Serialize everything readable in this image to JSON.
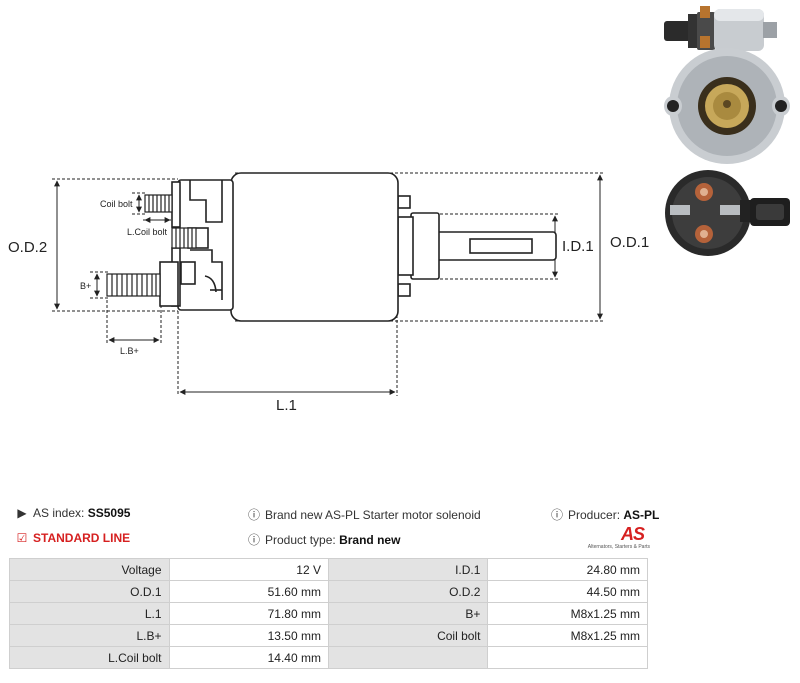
{
  "diagram": {
    "labels": {
      "od2": "O.D.2",
      "od1": "O.D.1",
      "id1": "I.D.1",
      "l1": "L.1",
      "coil_bolt": "Coil bolt",
      "l_coil_bolt": "L.Coil bolt",
      "b_plus": "B+",
      "l_b_plus": "L.B+"
    }
  },
  "info": {
    "as_index_label": "AS index:",
    "as_index_value": "SS5095",
    "line": "STANDARD LINE",
    "description": "Brand new AS-PL Starter motor solenoid",
    "product_type_label": "Product type:",
    "product_type_value": "Brand new",
    "producer_label": "Producer:",
    "producer_value": "AS-PL",
    "logo_text": "AS",
    "logo_subtext": "Alternators, Starters & Parts"
  },
  "specs": [
    [
      {
        "label": "Voltage",
        "value": "12 V"
      },
      {
        "label": "I.D.1",
        "value": "24.80 mm"
      }
    ],
    [
      {
        "label": "O.D.1",
        "value": "51.60 mm"
      },
      {
        "label": "O.D.2",
        "value": "44.50 mm"
      }
    ],
    [
      {
        "label": "L.1",
        "value": "71.80 mm"
      },
      {
        "label": "B+",
        "value": "M8x1.25 mm"
      }
    ],
    [
      {
        "label": "L.B+",
        "value": "13.50 mm"
      },
      {
        "label": "Coil bolt",
        "value": "M8x1.25 mm"
      }
    ],
    [
      {
        "label": "L.Coil bolt",
        "value": "14.40 mm"
      },
      {
        "label": "",
        "value": ""
      }
    ]
  ],
  "colors": {
    "accent": "#d62020",
    "table_label_bg": "#e3e3e3",
    "table_border": "#cfcfcf"
  }
}
